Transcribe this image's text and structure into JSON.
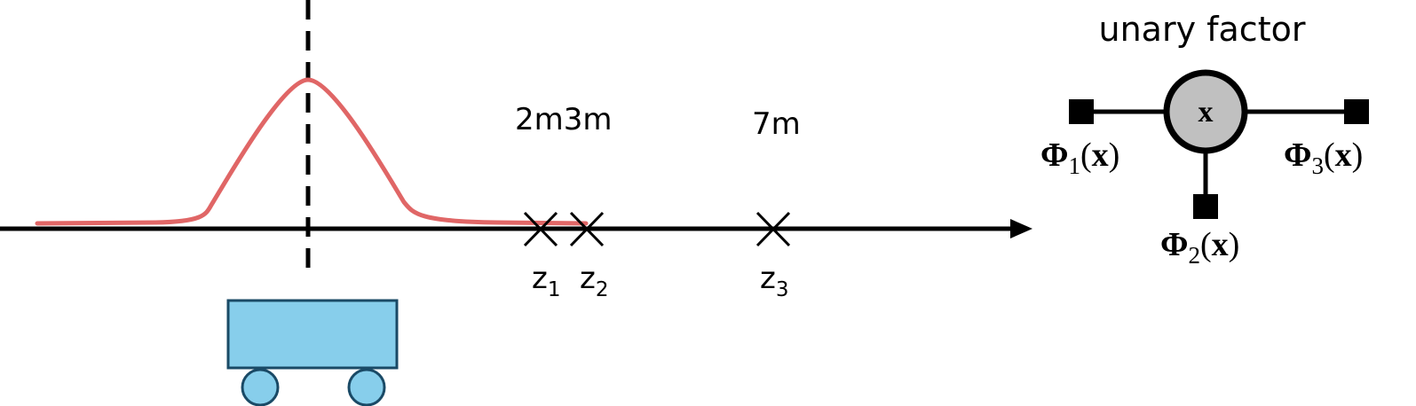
{
  "measurements": {
    "distance_labels": {
      "d1": "2m",
      "d2": "3m",
      "d3": "7m"
    },
    "z1": {
      "base": "z",
      "sub": "1"
    },
    "z2": {
      "base": "z",
      "sub": "2"
    },
    "z3": {
      "base": "z",
      "sub": "3"
    }
  },
  "factor_graph": {
    "title": "unary factor",
    "node_label": "x",
    "factors": [
      {
        "phi": "Φ",
        "sub": "1",
        "open": "(",
        "arg": "x",
        "close": ")"
      },
      {
        "phi": "Φ",
        "sub": "2",
        "open": "(",
        "arg": "x",
        "close": ")"
      },
      {
        "phi": "Φ",
        "sub": "3",
        "open": "(",
        "arg": "x",
        "close": ")"
      }
    ]
  },
  "colors": {
    "gaussian_curve": "#e06666",
    "robot_body": "#87ceeb",
    "robot_outline": "#1a4a66",
    "node_fill": "#c0c0c0",
    "ink": "#000000"
  }
}
